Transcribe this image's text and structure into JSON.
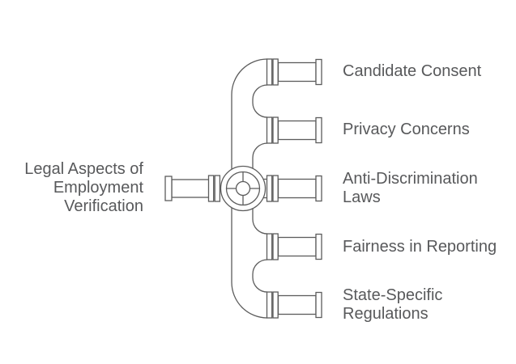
{
  "diagram": {
    "type": "pipe-branch-diagram",
    "center_label": "Legal Aspects of Employment Verification",
    "branches": [
      {
        "label": "Candidate Consent"
      },
      {
        "label": "Privacy Concerns"
      },
      {
        "label": "Anti-Discrimination Laws"
      },
      {
        "label": "Fairness in Reporting"
      },
      {
        "label": "State-Specific Regulations"
      }
    ],
    "colors": {
      "background": "#ffffff",
      "line": "#5c5c5c",
      "text": "#58595b"
    }
  }
}
